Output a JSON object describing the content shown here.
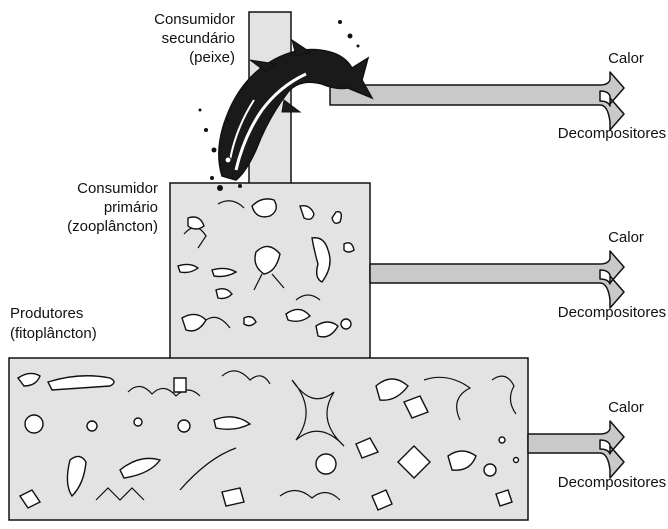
{
  "levels": {
    "secondary": {
      "line1": "Consumidor",
      "line2": "secundário",
      "line3": "(peixe)"
    },
    "primary": {
      "line1": "Consumidor",
      "line2": "primário",
      "line3": "(zooplâncton)"
    },
    "producers": {
      "line1": "Produtores",
      "line2": "(fitoplâncton)"
    }
  },
  "outputs": {
    "heat": "Calor",
    "decomposers": "Decompositores"
  },
  "colors": {
    "box_fill": "#e3e3e3",
    "arrow_fill": "#c9c9c9",
    "stroke": "#111111"
  }
}
